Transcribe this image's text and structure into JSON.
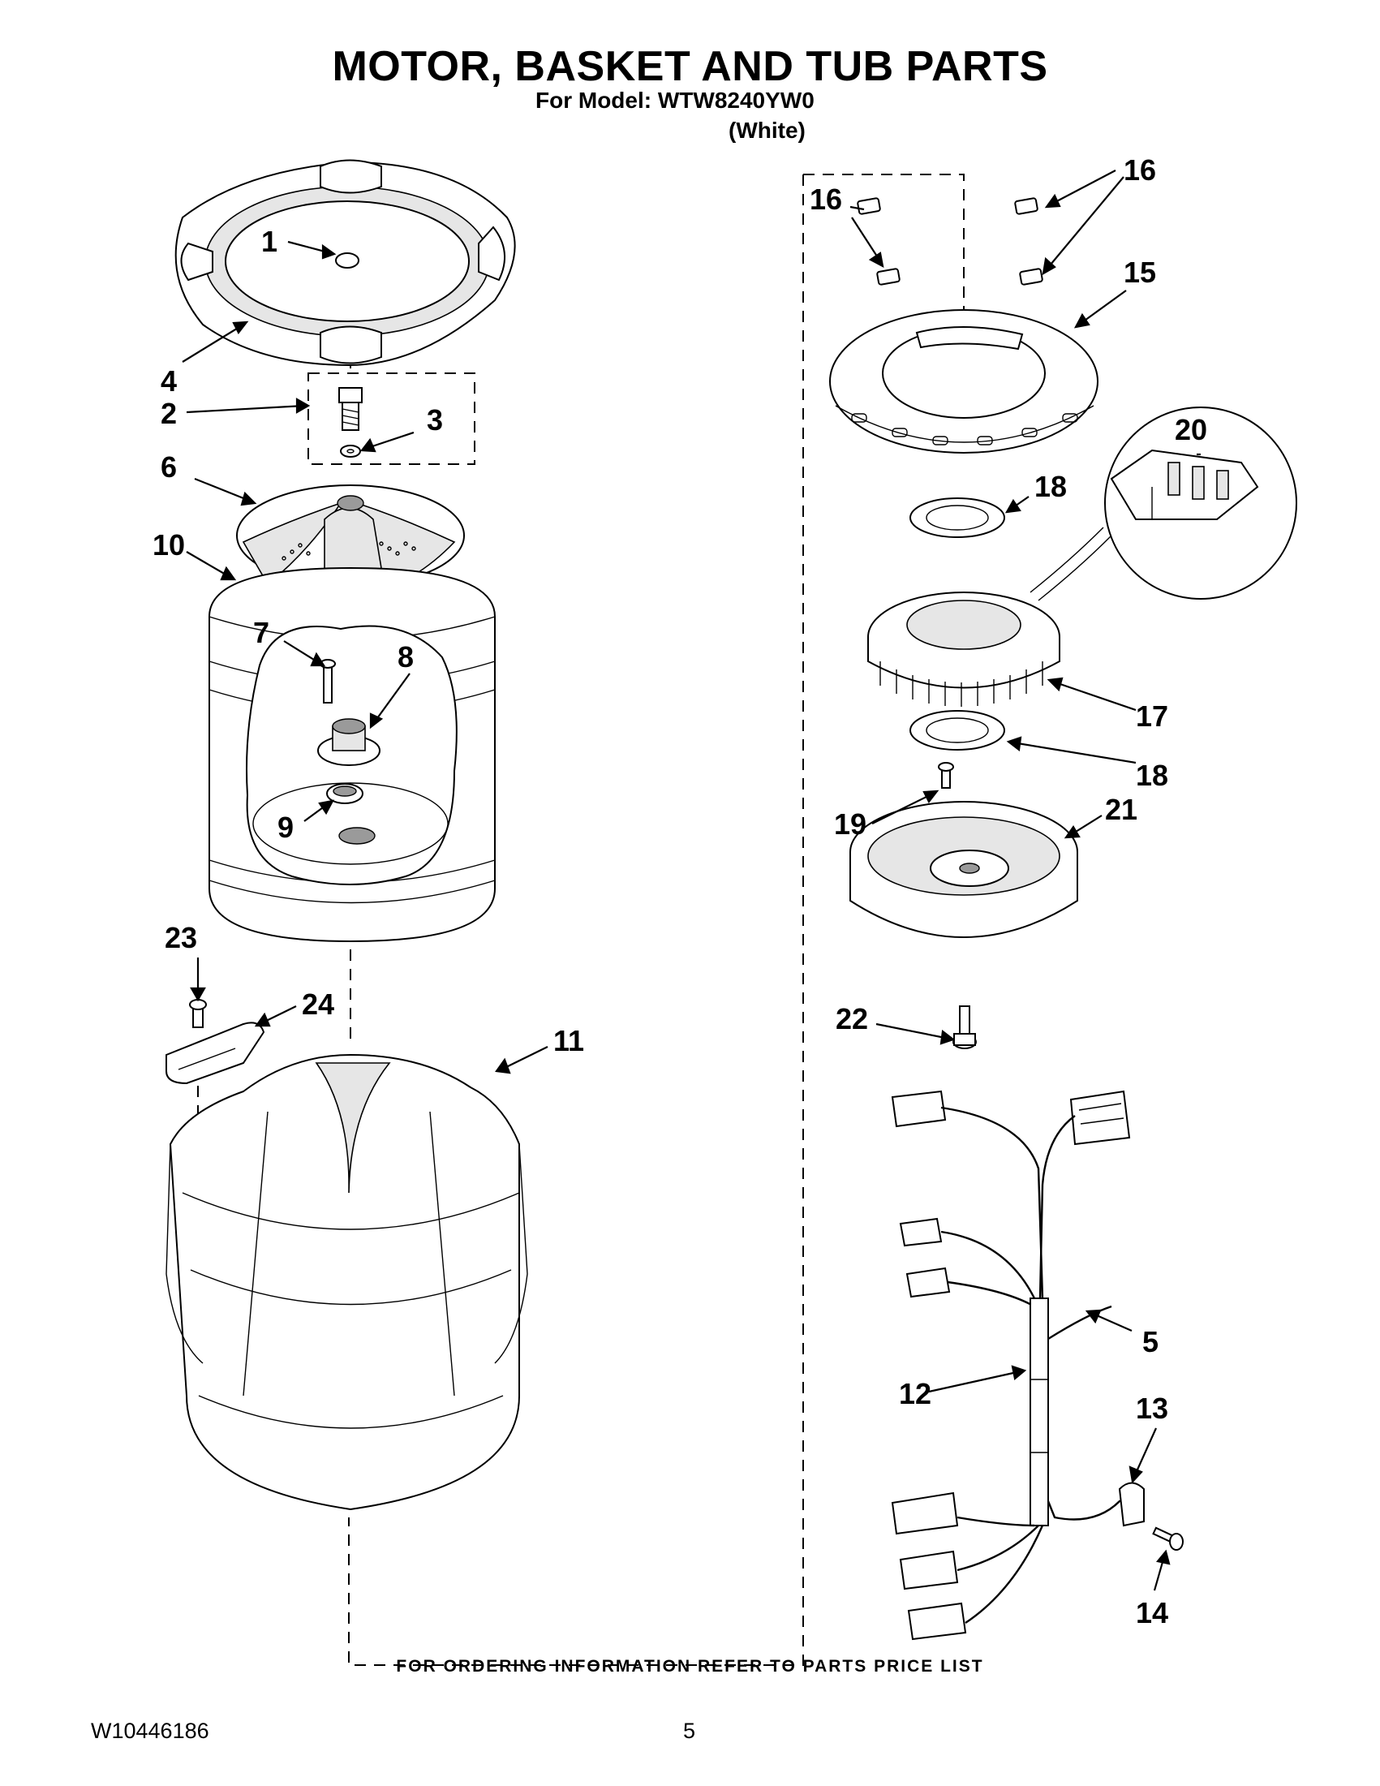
{
  "header": {
    "title": "MOTOR, BASKET AND TUB PARTS",
    "model_line": "For Model: WTW8240YW0",
    "color_line": "(White)"
  },
  "footer": {
    "ordering_note": "FOR ORDERING INFORMATION REFER TO PARTS PRICE LIST",
    "document_number": "W10446186",
    "page_number": "5"
  },
  "callouts": [
    "1",
    "2",
    "3",
    "4",
    "5",
    "6",
    "7",
    "8",
    "9",
    "10",
    "11",
    "12",
    "13",
    "14",
    "15",
    "16",
    "16",
    "17",
    "18",
    "18",
    "19",
    "20",
    "21",
    "22",
    "23",
    "24"
  ]
}
